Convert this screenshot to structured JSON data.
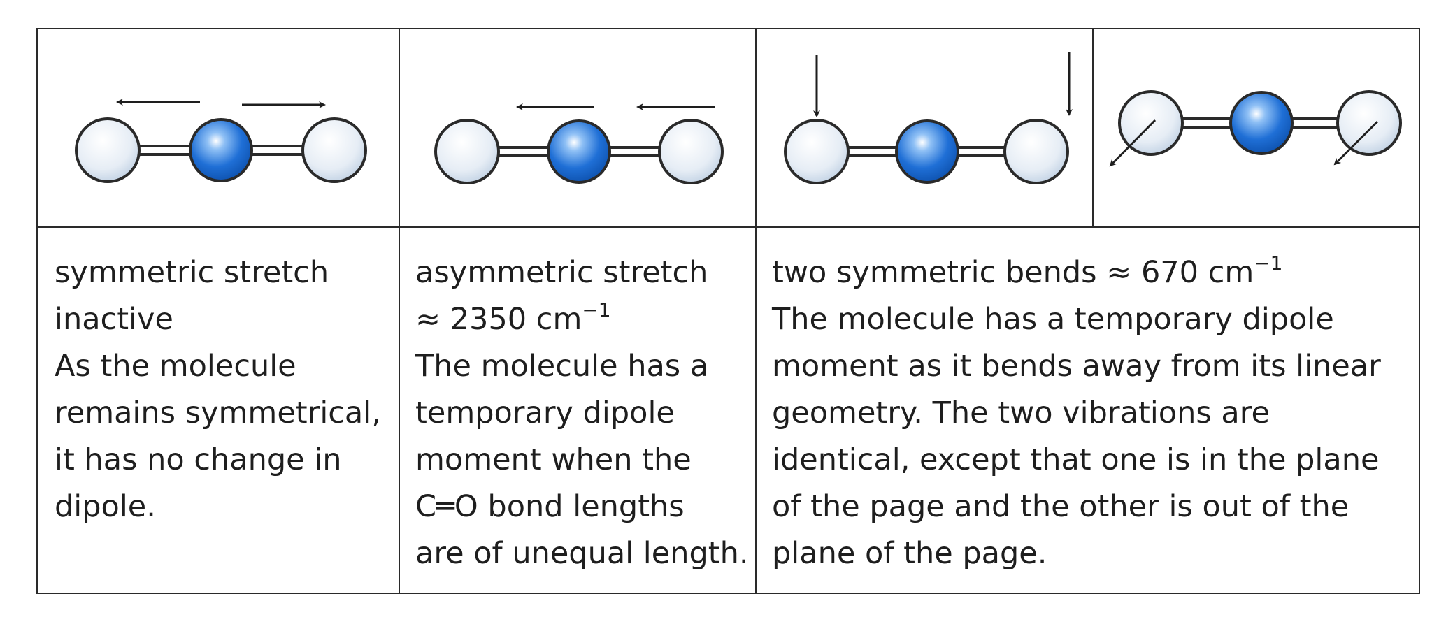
{
  "modes": [
    {
      "title": "symmetric stretch",
      "subtitle": "inactive",
      "body_lines": [
        "As the molecule",
        "remains symmetrical,",
        "it has no change in",
        "dipole."
      ]
    },
    {
      "title": "asymmetric stretch",
      "wavenumber": "≈ 2350 cm",
      "body_lines": [
        "The molecule has a",
        "temporary dipole",
        "moment when the",
        "C═O bond lengths",
        "are of unequal length."
      ]
    },
    {
      "title": "two symmetric bends ≈ 670 cm",
      "body_lines": [
        "The molecule has a temporary dipole",
        "moment as it bends away from its linear",
        "geometry. The two vibrations are",
        "identical, except that one is in the plane",
        "of the page and the other is out of the",
        "plane of the page."
      ]
    }
  ],
  "superscript": "−1",
  "colors": {
    "carbon": "#1f6fd6",
    "oxygen": "#e8eef6",
    "outline": "#2a2a2a"
  }
}
